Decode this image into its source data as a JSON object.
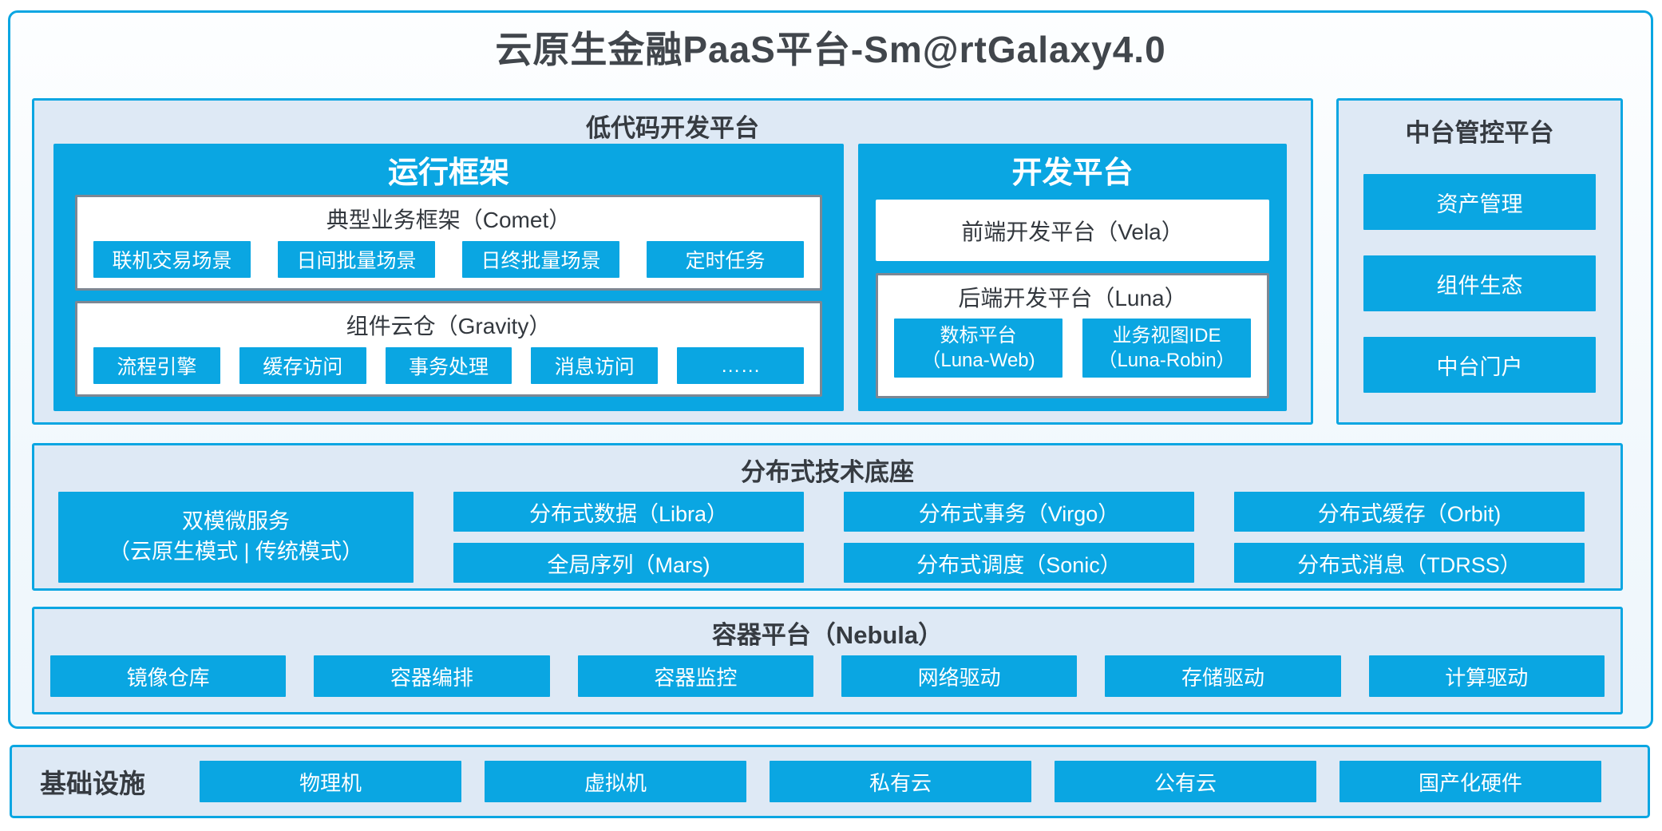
{
  "colors": {
    "accent": "#0aa6e2",
    "section_bg": "#dee9f5",
    "gray_border": "#7d8793",
    "dark_text": "#383d43"
  },
  "title": "云原生金融PaaS平台-Sm@rtGalaxy4.0",
  "low_code": {
    "title": "低代码开发平台",
    "runtime_framework": {
      "title": "运行框架",
      "comet": {
        "title": "典型业务框架（Comet）",
        "items": [
          "联机交易场景",
          "日间批量场景",
          "日终批量场景",
          "定时任务"
        ]
      },
      "gravity": {
        "title": "组件云仓（Gravity）",
        "items": [
          "流程引擎",
          "缓存访问",
          "事务处理",
          "消息访问",
          "……"
        ]
      }
    },
    "dev_platform": {
      "title": "开发平台",
      "vela": "前端开发平台（Vela）",
      "luna": {
        "title": "后端开发平台（Luna）",
        "items": [
          {
            "line1": "数标平台",
            "line2": "（Luna-Web)"
          },
          {
            "line1": "业务视图IDE",
            "line2": "（Luna-Robin）"
          }
        ]
      }
    }
  },
  "mid_platform": {
    "title": "中台管控平台",
    "items": [
      "资产管理",
      "组件生态",
      "中台门户"
    ]
  },
  "distributed_base": {
    "title": "分布式技术底座",
    "dual_microservice": {
      "line1": "双模微服务",
      "line2": "（云原生模式 | 传统模式）"
    },
    "items_row1": [
      "分布式数据（Libra）",
      "分布式事务（Virgo）",
      "分布式缓存（Orbit)"
    ],
    "items_row2": [
      "全局序列（Mars)",
      "分布式调度（Sonic）",
      "分布式消息（TDRSS）"
    ]
  },
  "container_platform": {
    "title": "容器平台（Nebula）",
    "items": [
      "镜像仓库",
      "容器编排",
      "容器监控",
      "网络驱动",
      "存储驱动",
      "计算驱动"
    ]
  },
  "infrastructure": {
    "title": "基础设施",
    "items": [
      "物理机",
      "虚拟机",
      "私有云",
      "公有云",
      "国产化硬件"
    ]
  }
}
